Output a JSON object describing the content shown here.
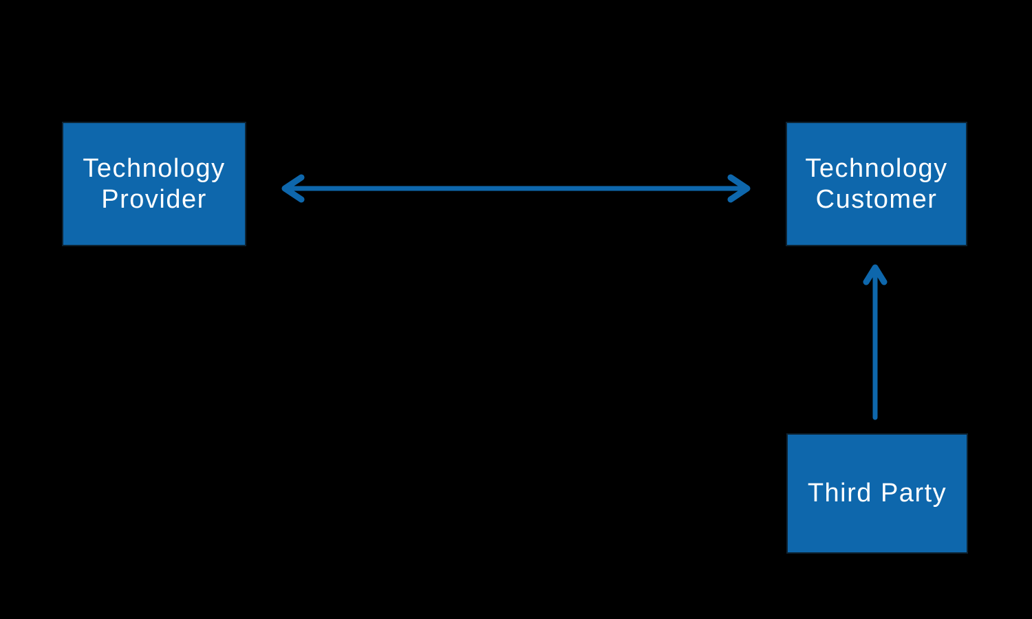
{
  "diagram": {
    "nodes": {
      "provider": {
        "label": "Technology Provider"
      },
      "customer": {
        "label": "Technology Customer"
      },
      "third_party": {
        "label": "Third Party"
      }
    },
    "edges": [
      {
        "id": "provider-customer",
        "type": "bidirectional-arrow",
        "from": "Technology Provider",
        "to": "Technology Customer",
        "orientation": "horizontal"
      },
      {
        "id": "third-party-customer",
        "type": "arrow",
        "from": "Third Party",
        "to": "Technology Customer",
        "orientation": "vertical"
      }
    ],
    "colors": {
      "background": "#000000",
      "node_fill": "#0E67AC",
      "node_border": "#0D2333",
      "node_text": "#FFFFFF",
      "arrow": "#0E67AC"
    }
  }
}
